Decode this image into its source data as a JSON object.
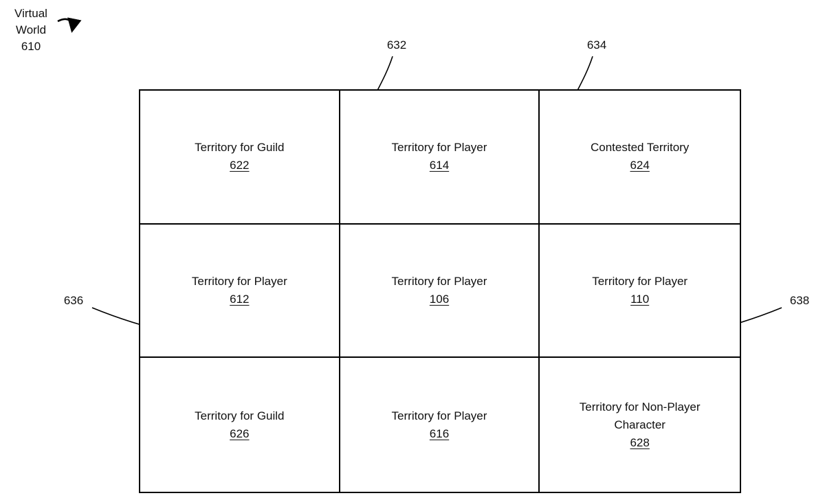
{
  "diagram": {
    "world_label": {
      "line1": "Virtual",
      "line2": "World",
      "ref": "610"
    },
    "callouts": {
      "c632": "632",
      "c634": "634",
      "c636": "636",
      "c638": "638"
    },
    "grid": {
      "cells": [
        {
          "name": "Territory for Guild",
          "ref": "622"
        },
        {
          "name": "Territory for Player",
          "ref": "614"
        },
        {
          "name": "Contested Territory",
          "ref": "624"
        },
        {
          "name": "Territory for Player",
          "ref": "612"
        },
        {
          "name": "Territory for Player",
          "ref": "106"
        },
        {
          "name": "Territory for Player",
          "ref": "110"
        },
        {
          "name": "Territory for Guild",
          "ref": "626"
        },
        {
          "name": "Territory for Player",
          "ref": "616"
        },
        {
          "name": "Territory for Non-Player Character",
          "ref": "628"
        }
      ]
    },
    "colors": {
      "line": "#000000",
      "text": "#111111",
      "background": "#ffffff"
    }
  }
}
